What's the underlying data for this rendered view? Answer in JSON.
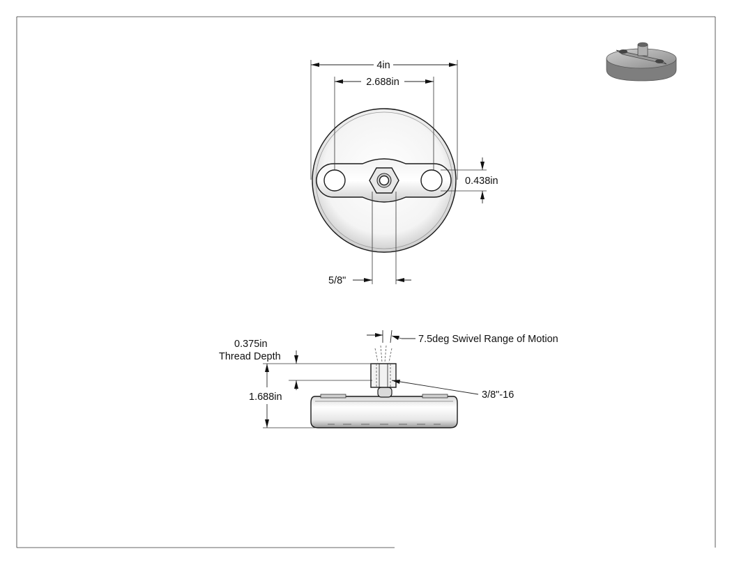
{
  "drawing": {
    "dimensions": {
      "overall_diameter": "4in",
      "hole_spacing": "2.688in",
      "hole_diameter": "0.438in",
      "nut_width": "5/8\"",
      "thread_depth_value": "0.375in",
      "thread_depth_label": "Thread Depth",
      "overall_height": "1.688in",
      "swivel_range": "7.5deg Swivel Range of Motion",
      "thread_size": "3/8\"-16"
    }
  }
}
